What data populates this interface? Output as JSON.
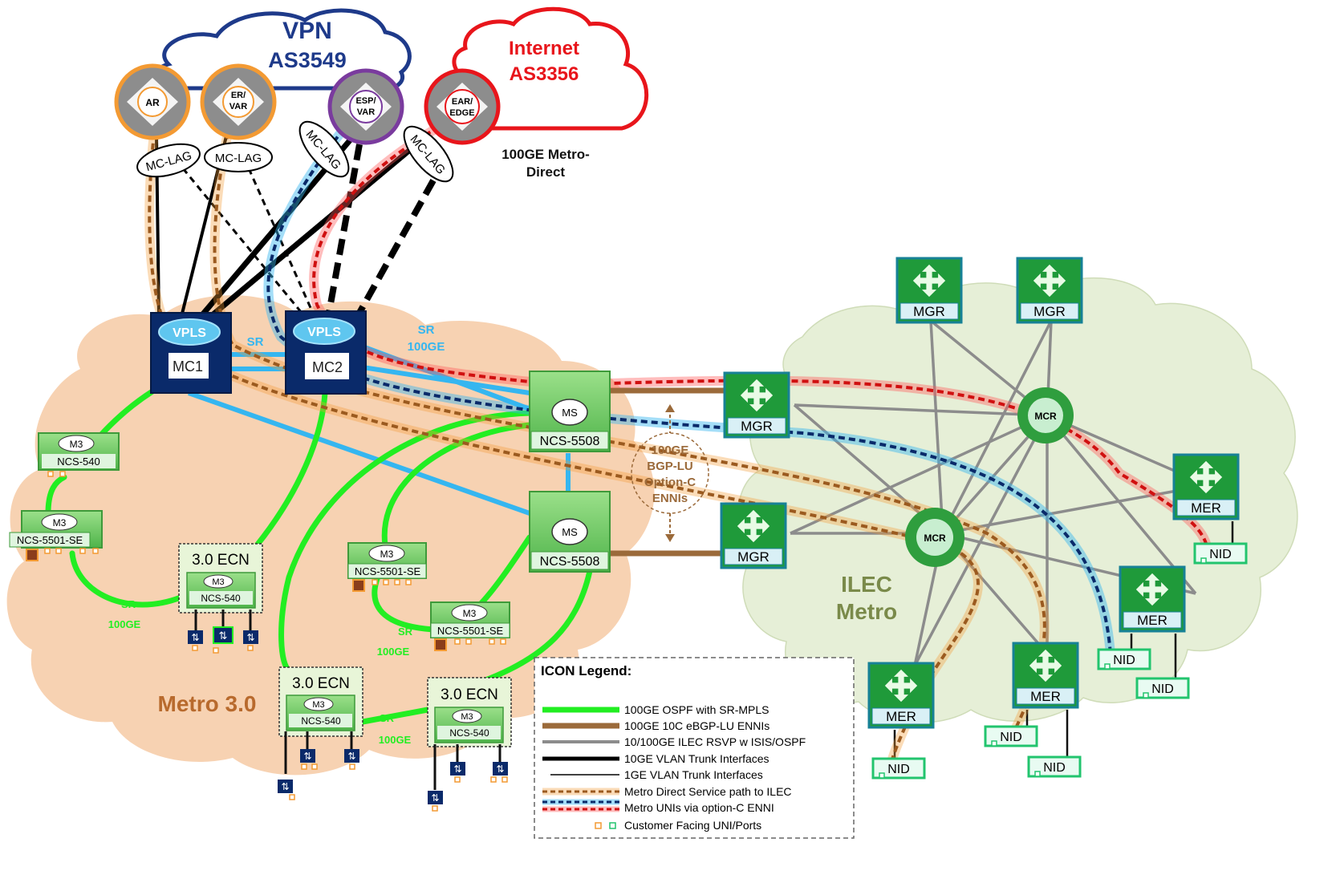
{
  "clouds": {
    "vpn": {
      "line1": "VPN",
      "line2": "AS3549"
    },
    "internet": {
      "line1": "Internet",
      "line2": "AS3356"
    },
    "metro": "Metro 3.0",
    "ilec": {
      "line1": "ILEC",
      "line2": "Metro"
    }
  },
  "routers": {
    "ar": "AR",
    "er_var": {
      "line1": "ER/",
      "line2": "VAR"
    },
    "esp_var": {
      "line1": "ESP/",
      "line2": "VAR"
    },
    "ear_edge": {
      "line1": "EAR/",
      "line2": "EDGE"
    }
  },
  "mclag": "MC-LAG",
  "metro_direct": {
    "line1": "100GE Metro-",
    "line2": "Direct"
  },
  "vpls": "VPLS",
  "mc1": "MC1",
  "mc2": "MC2",
  "sr": "SR",
  "sr_100ge": {
    "line1": "SR",
    "line2": "100GE"
  },
  "ms": "MS",
  "ncs5508": "NCS-5508",
  "enni": {
    "line1": "100GE",
    "line2": "BGP-LU",
    "line3": "Option-C",
    "line4": "ENNIs"
  },
  "m3": "M3",
  "ncs540": "NCS-540",
  "ncs5501se": "NCS-5501-SE",
  "ecn": "3.0 ECN",
  "mgr": "MGR",
  "mcr": "MCR",
  "mer": "MER",
  "nid": "NID",
  "legend": {
    "title": "ICON Legend:",
    "items": [
      "100GE OSPF with SR-MPLS",
      "100GE 10C eBGP-LU ENNIs",
      "10/100GE ILEC RSVP w ISIS/OSPF",
      "10GE VLAN Trunk Interfaces",
      "1GE  VLAN Trunk Interfaces",
      "Metro Direct Service path to ILEC",
      "Metro UNIs via option-C ENNI",
      "Customer Facing UNI/Ports"
    ]
  },
  "colors": {
    "green": "#22ee22",
    "brown": "#9b6a3a",
    "gray": "#8c8c8c",
    "blue_light": "#35b6f0",
    "navy": "#0a2a6a",
    "red": "#e8151b",
    "orange": "#f39a33",
    "purple": "#7a3b9e",
    "metro_fill": "#f7d2b2",
    "ilec_fill": "#e6efd7"
  }
}
